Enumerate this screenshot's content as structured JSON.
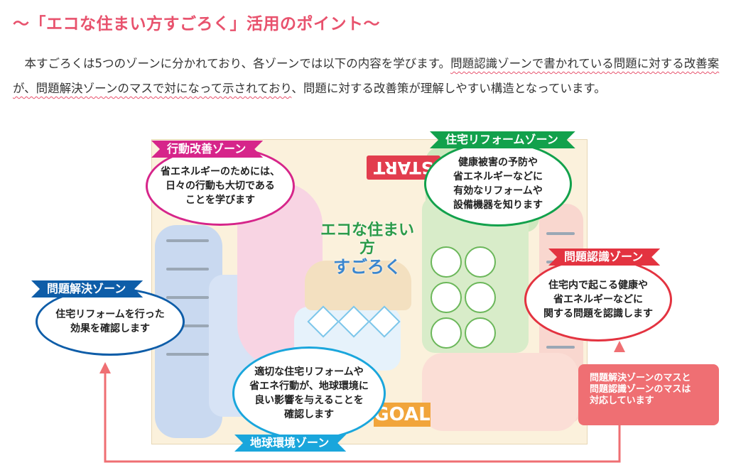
{
  "page_title": "〜「エコな住まい方すごろく」活用のポイント〜",
  "intro": {
    "lead": "本すごろくは5つのゾーンに分かれており、各ゾーンでは以下の内容を学びます。",
    "highlight": "問題認識ゾーンで書かれている問題に対する改善案が、問題解決ゾーンのマスで対になって示されており",
    "tail": "、問題に対する改善策が理解しやすい構造となっています。"
  },
  "board": {
    "start_label": "START",
    "goal_label": "GOAL",
    "title_line1": "エコな住まい方",
    "title_line2": "すごろく",
    "board_zone_label": "行動改善ゾーン"
  },
  "zones": {
    "kodo": {
      "label": "行動改善ゾーン",
      "text": "省エネルギーのためには、\n日々の行動も大切である\nことを学びます"
    },
    "jutaku": {
      "label": "住宅リフォームゾーン",
      "text": "健康被害の予防や\n省エネルギーなどに\n有効なリフォームや\n設備機器を知ります"
    },
    "ninshiki": {
      "label": "問題認識ゾーン",
      "text": "住宅内で起こる健康や\n省エネルギーなどに\n関する問題を認識します"
    },
    "kaiketsu": {
      "label": "問題解決ゾーン",
      "text": "住宅リフォームを行った\n効果を確認します"
    },
    "chikyu": {
      "label": "地球環境ゾーン",
      "text": "適切な住宅リフォームや\n省エネ行動が、地球環境に\n良い影響を与えることを\n確認します"
    }
  },
  "note": "問題解決ゾーンのマスと\n問題認識ゾーンのマスは\n対応しています",
  "colors": {
    "title": "#e8526d",
    "kodo": "#d6258a",
    "jutaku": "#12a14c",
    "ninshiki": "#e33340",
    "kaiketsu": "#0e5da8",
    "chikyu": "#1aa6dc",
    "note": "#ef6f73",
    "arrow": "#ef6f73"
  }
}
